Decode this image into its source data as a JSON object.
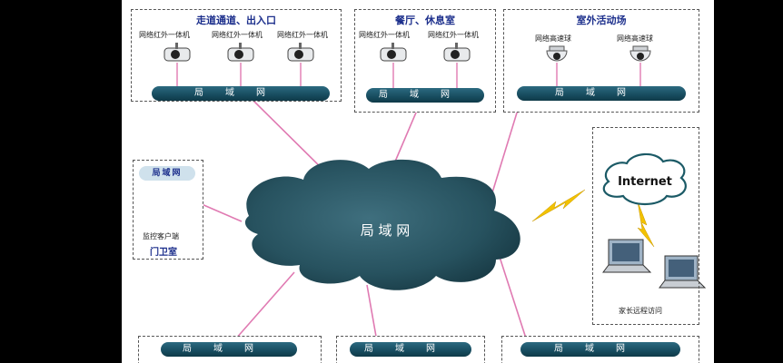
{
  "zones": {
    "entrance": {
      "title": "走道通道、出入口",
      "camera_label": "网络红外一体机",
      "bus_label": "局域网"
    },
    "dining": {
      "title": "餐厅、休息室",
      "camera_label": "网络红外一体机",
      "bus_label": "局域网"
    },
    "outdoor": {
      "title": "室外活动场",
      "camera_label": "网络高速球",
      "bus_label": "局域网"
    }
  },
  "center_cloud_label": "局 域 网",
  "guard_room": {
    "bus_label": "局域网",
    "client_label": "监控客户端",
    "title": "门卫室"
  },
  "remote": {
    "internet_label": "Internet",
    "caption": "家长远程访问"
  },
  "bottom": {
    "bus_label_1": "局域网",
    "bus_label_2": "局域网",
    "bus_label_3": "局域网"
  }
}
